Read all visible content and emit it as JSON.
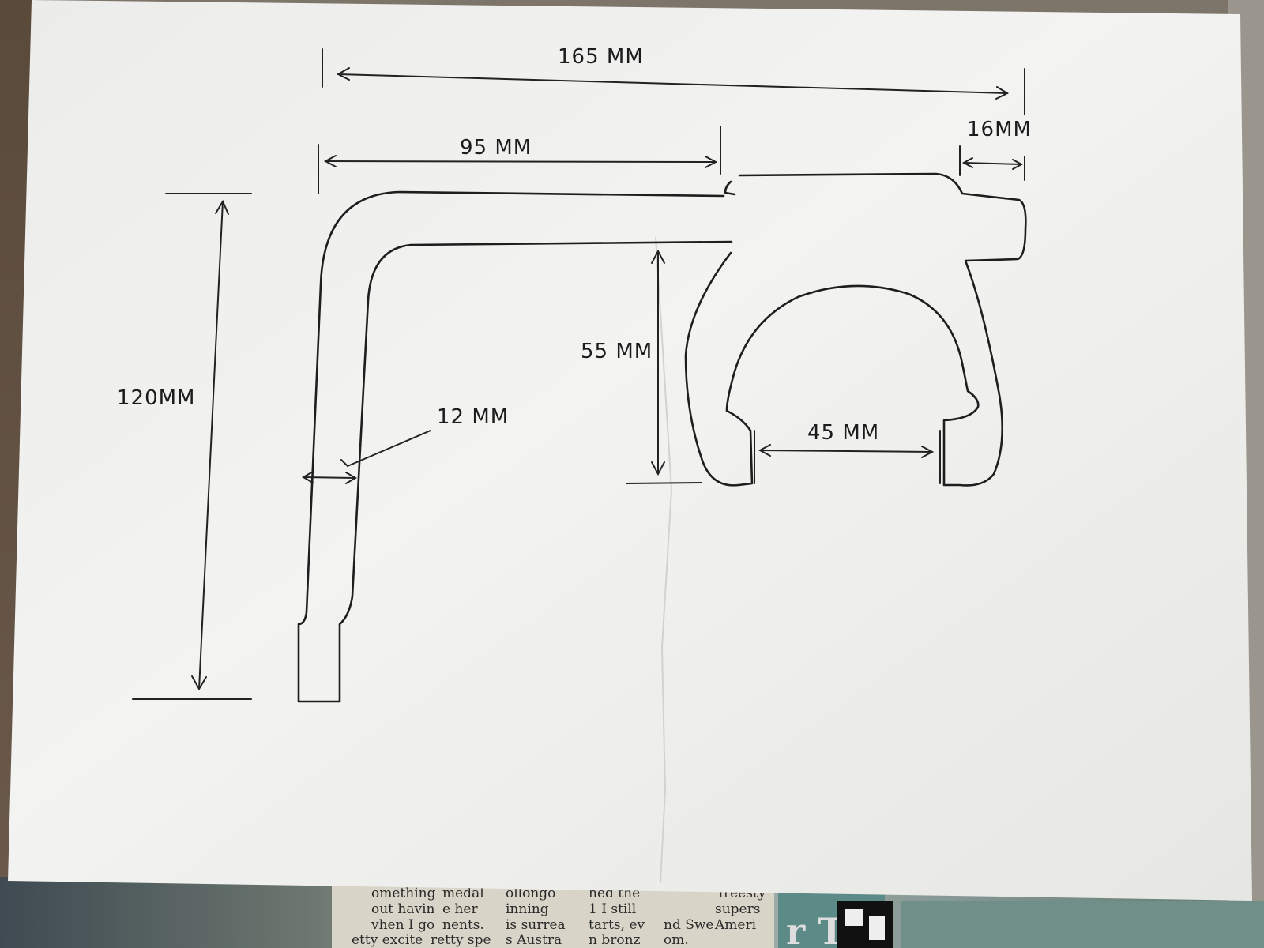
{
  "drawing": {
    "dimensions": {
      "overall_width": "165 MM",
      "upper_width": "95 MM",
      "tab_width": "16MM",
      "height": "120MM",
      "gap_height": "55 MM",
      "thickness": "12 MM",
      "opening_width": "45 MM"
    }
  },
  "newspaper": {
    "column_a": [
      "etty excite",
      "vhen I go",
      "out havin",
      "omething",
      "retty spe",
      "nents.",
      "e   her",
      "medal",
      "s Austra",
      "is surrea",
      "inning",
      "ollongo",
      "n bronz",
      "tarts, ev",
      "1 I still",
      "hed the",
      "om.",
      "nd Swe",
      "Ameri",
      "supers",
      "'freesty"
    ],
    "headline_letters": "r T"
  },
  "colors": {
    "paper": "#f1f1ee",
    "ink": "#1e1e1e",
    "background": "#8a8580"
  }
}
